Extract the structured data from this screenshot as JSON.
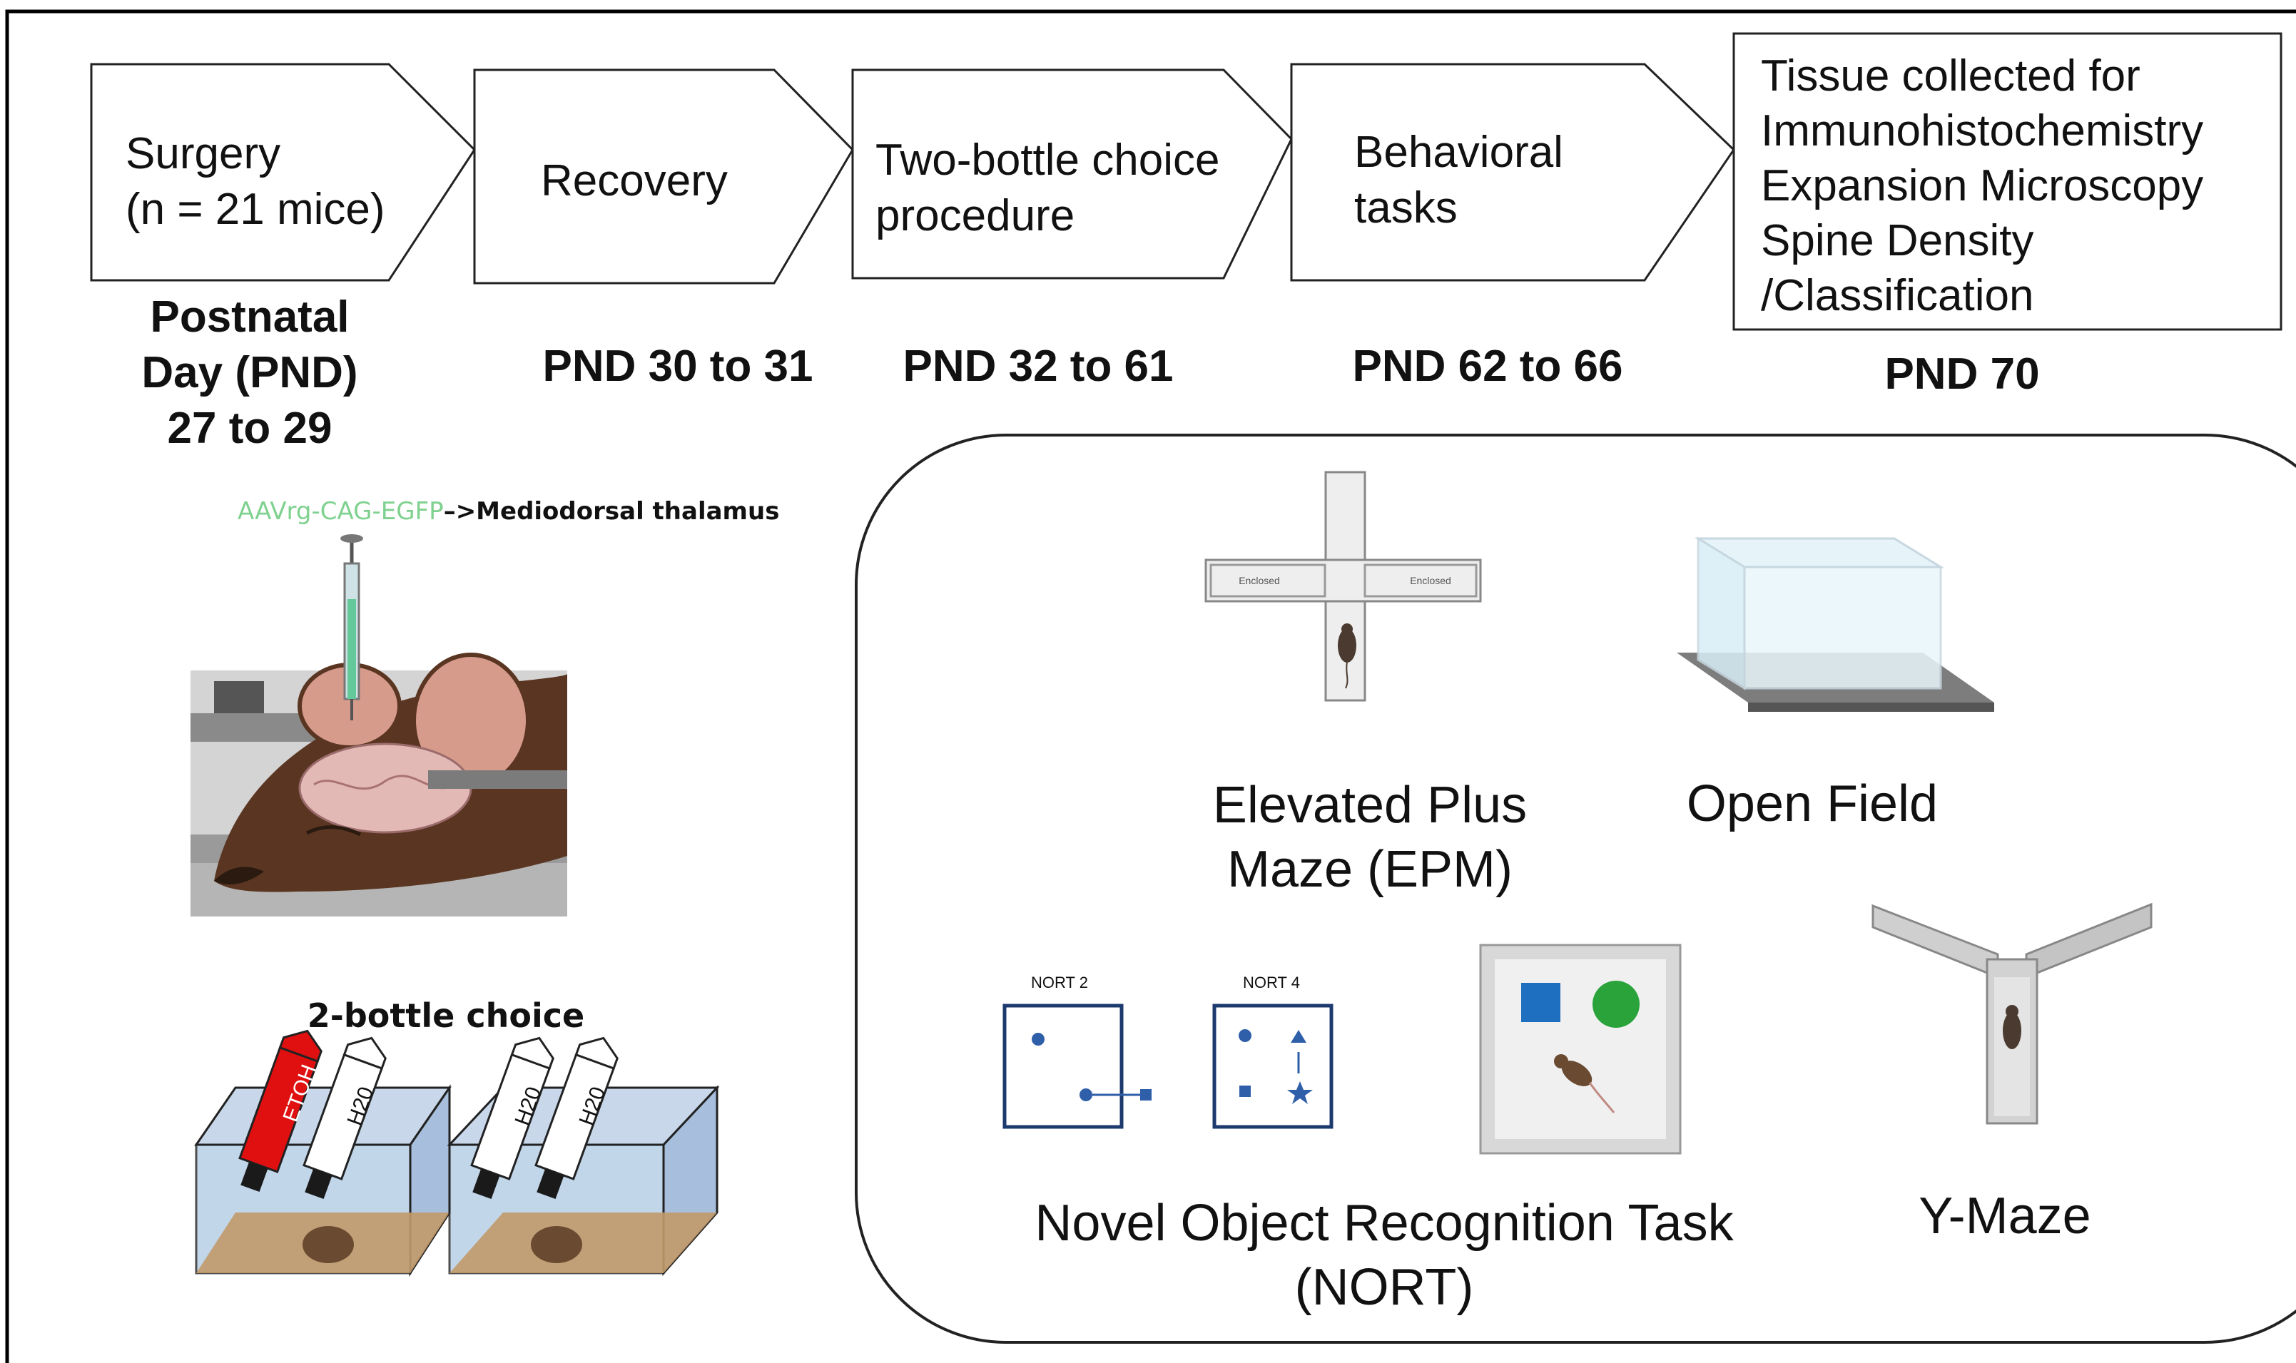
{
  "timeline": {
    "steps": [
      {
        "lines": [
          "Surgery",
          "(n = 21 mice)"
        ],
        "date_lines": [
          "Postnatal",
          "Day (PND)",
          "27 to 29"
        ]
      },
      {
        "lines": [
          "Recovery"
        ],
        "date_lines": [
          "PND 30 to 31"
        ]
      },
      {
        "lines": [
          "Two-bottle choice",
          "procedure"
        ],
        "date_lines": [
          "PND 32 to 61"
        ]
      },
      {
        "lines": [
          "Behavioral",
          "tasks"
        ],
        "date_lines": [
          "PND 62 to 66"
        ]
      },
      {
        "lines": [
          "Tissue collected for",
          "Immunohistochemistry",
          "Expansion Microscopy",
          "Spine Density",
          "/Classification"
        ],
        "date_lines": [
          "PND 70"
        ]
      }
    ]
  },
  "surgery_panel": {
    "virus": "AAVrg-CAG-EGFP",
    "arrow_target": "–>Mediodorsal thalamus",
    "virus_color": "#7fd18f"
  },
  "bottle_panel": {
    "title": "2-bottle choice",
    "bottles": [
      "ETOH",
      "H20",
      "H20",
      "H20"
    ],
    "etoh_color": "#e01010"
  },
  "tasks": {
    "epm_lines": [
      "Elevated Plus",
      "Maze (EPM)"
    ],
    "epm_arm_labels": [
      "Enclosed",
      "Enclosed"
    ],
    "open_field": "Open Field",
    "nort_lines": [
      "Novel Object Recognition Task",
      "(NORT)"
    ],
    "nort_panels": [
      "NORT 2",
      "NORT 4"
    ],
    "ymaze": "Y-Maze",
    "object_colors": {
      "square": "#1f6fc0",
      "circle": "#2aa33a",
      "nort_marks": "#2f5fa8"
    }
  }
}
